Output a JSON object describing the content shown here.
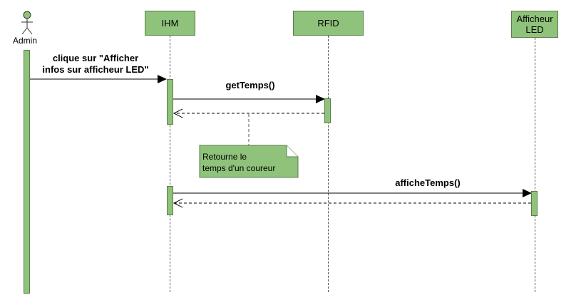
{
  "actor": {
    "name": "Admin"
  },
  "lifelines": {
    "ihm": "IHM",
    "rfid": "RFID",
    "led_line1": "Afficheur",
    "led_line2": "LED"
  },
  "messages": {
    "click_line1": "clique sur \"Afficher",
    "click_line2": "infos sur afficheur LED\"",
    "get_temps": "getTemps()",
    "affiche_temps": "afficheTemps()"
  },
  "note": {
    "line1": "Retourne le",
    "line2": "temps d'un coureur"
  },
  "colors": {
    "fill": "#8fc27a",
    "border": "#5b7d49"
  }
}
